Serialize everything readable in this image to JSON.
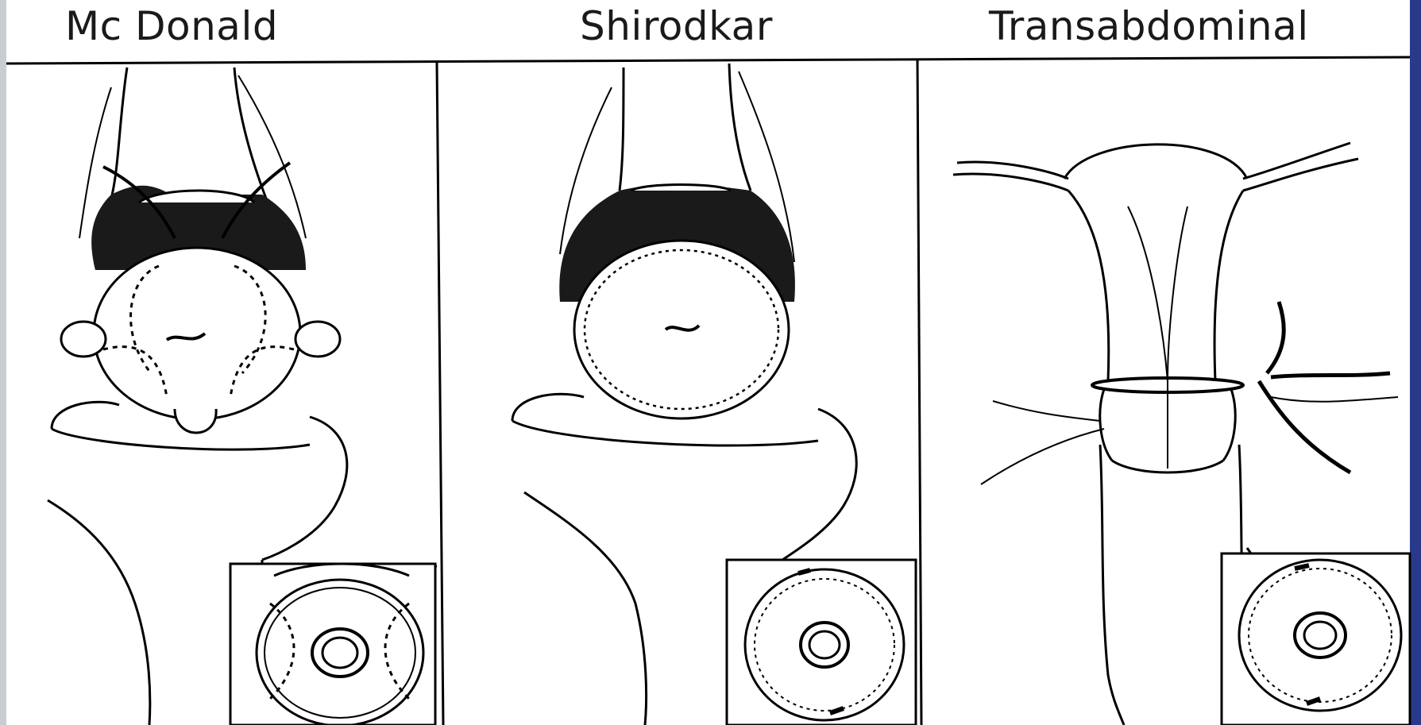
{
  "panels": [
    {
      "title": "Mc Donald"
    },
    {
      "title": "Shirodkar"
    },
    {
      "title": "Transabdominal"
    }
  ]
}
